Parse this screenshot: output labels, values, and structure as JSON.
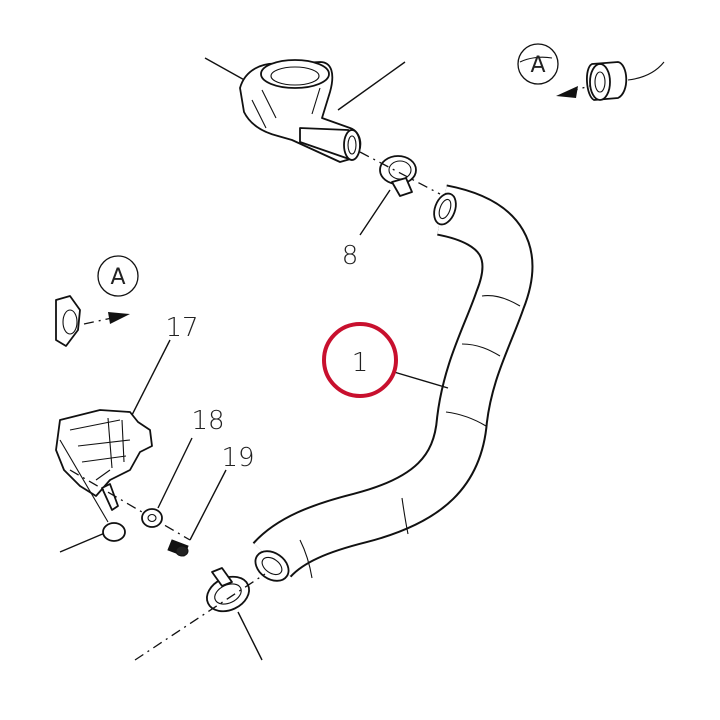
{
  "callouts": {
    "hose": "1",
    "clamp_top": "8",
    "bracket": "17",
    "washer": "18",
    "screw": "19"
  },
  "view_markers": {
    "top_right": "A",
    "left": "A"
  },
  "colors": {
    "highlight_ring": "#c8102e",
    "line": "#111111"
  }
}
